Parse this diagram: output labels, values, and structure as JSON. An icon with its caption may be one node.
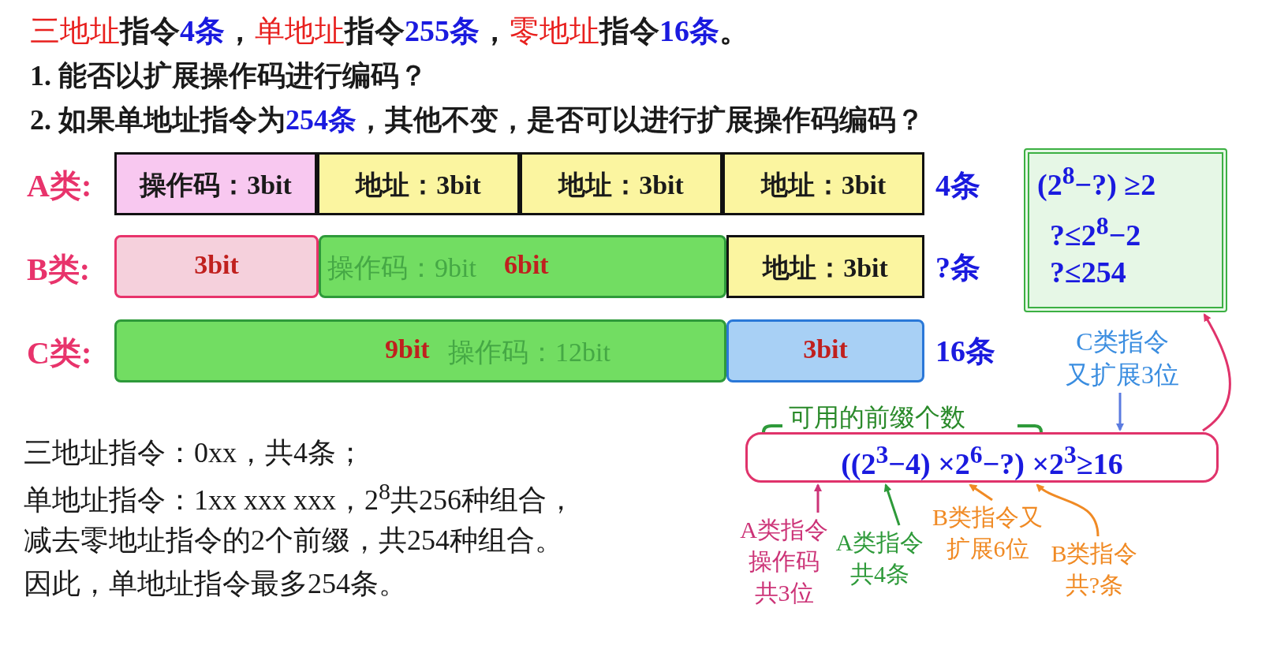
{
  "diagram": {
    "nodes": [
      {
        "text": [
          "操作码：3bit"
        ]
      },
      {
        "text": [
          "地址：3bit"
        ]
      },
      {
        "text": [
          "地址：3bit"
        ]
      },
      {
        "text": [
          "地址：3bit"
        ]
      },
      {
        "text": [
          "3bit"
        ]
      },
      {
        "text": [
          "操作码：9bit",
          "6bit"
        ]
      },
      {
        "text": [
          "地址：3bit"
        ]
      },
      {
        "text": [
          "9bit",
          "操作码：12bit"
        ]
      },
      {
        "text": [
          "3bit"
        ]
      },
      {
        "text": [
          "(2$^{8}$−?) ≥2",
          "?≤2$^{8}$−2",
          "?≤254"
        ]
      },
      {
        "text": [
          "C类指令又扩展3位"
        ]
      },
      {
        "text": [
          "((2$^{3}$−4) ×2$^{6}$−?) ×2$^{3}$≥16"
        ]
      },
      {
        "text": [
          "A类指令操作码共3位"
        ]
      },
      {
        "text": [
          "A类指令共4条"
        ]
      },
      {
        "text": [
          "B类指令又扩展6位"
        ]
      },
      {
        "text": [
          "B类指令共?条"
        ]
      }
    ],
    "edges": [
      {
        "from": 10,
        "to": 11,
        "arrow": "to",
        "color": "#5b7be0"
      },
      {
        "from": 12,
        "to": 11,
        "arrow": "to",
        "color": "#cc3377"
      },
      {
        "from": 13,
        "to": 11,
        "arrow": "to",
        "color": "#2e9a3a"
      },
      {
        "from": 14,
        "to": 11,
        "arrow": "to",
        "color": "#f08a24"
      },
      {
        "from": 15,
        "to": 11,
        "arrow": "to",
        "color": "#f08a24"
      },
      {
        "from": 11,
        "to": 9,
        "arrow": "to",
        "color": "#e0336b"
      }
    ],
    "labels": [
      "三地址",
      "指令**4条**，",
      "单地址",
      "指令**255条**，",
      "零地址",
      "指令**16条**。",
      "1. 能否以扩展操作码进行编码？",
      "2. 如果单地址指令为**254条**，其他不变，是否可以进行扩展操作码编码？",
      "A类:",
      "4条",
      "B类:",
      "?条",
      "C类:",
      "16条",
      "可用的前缀个数",
      "三地址指令：0xx，共4条；",
      "单地址指令：1xx xxx xxx，2$^{8}$共256种组合，",
      "减去零地址指令的2个前缀，共254种组合。",
      "因此，单地址指令最多254条。"
    ]
  }
}
